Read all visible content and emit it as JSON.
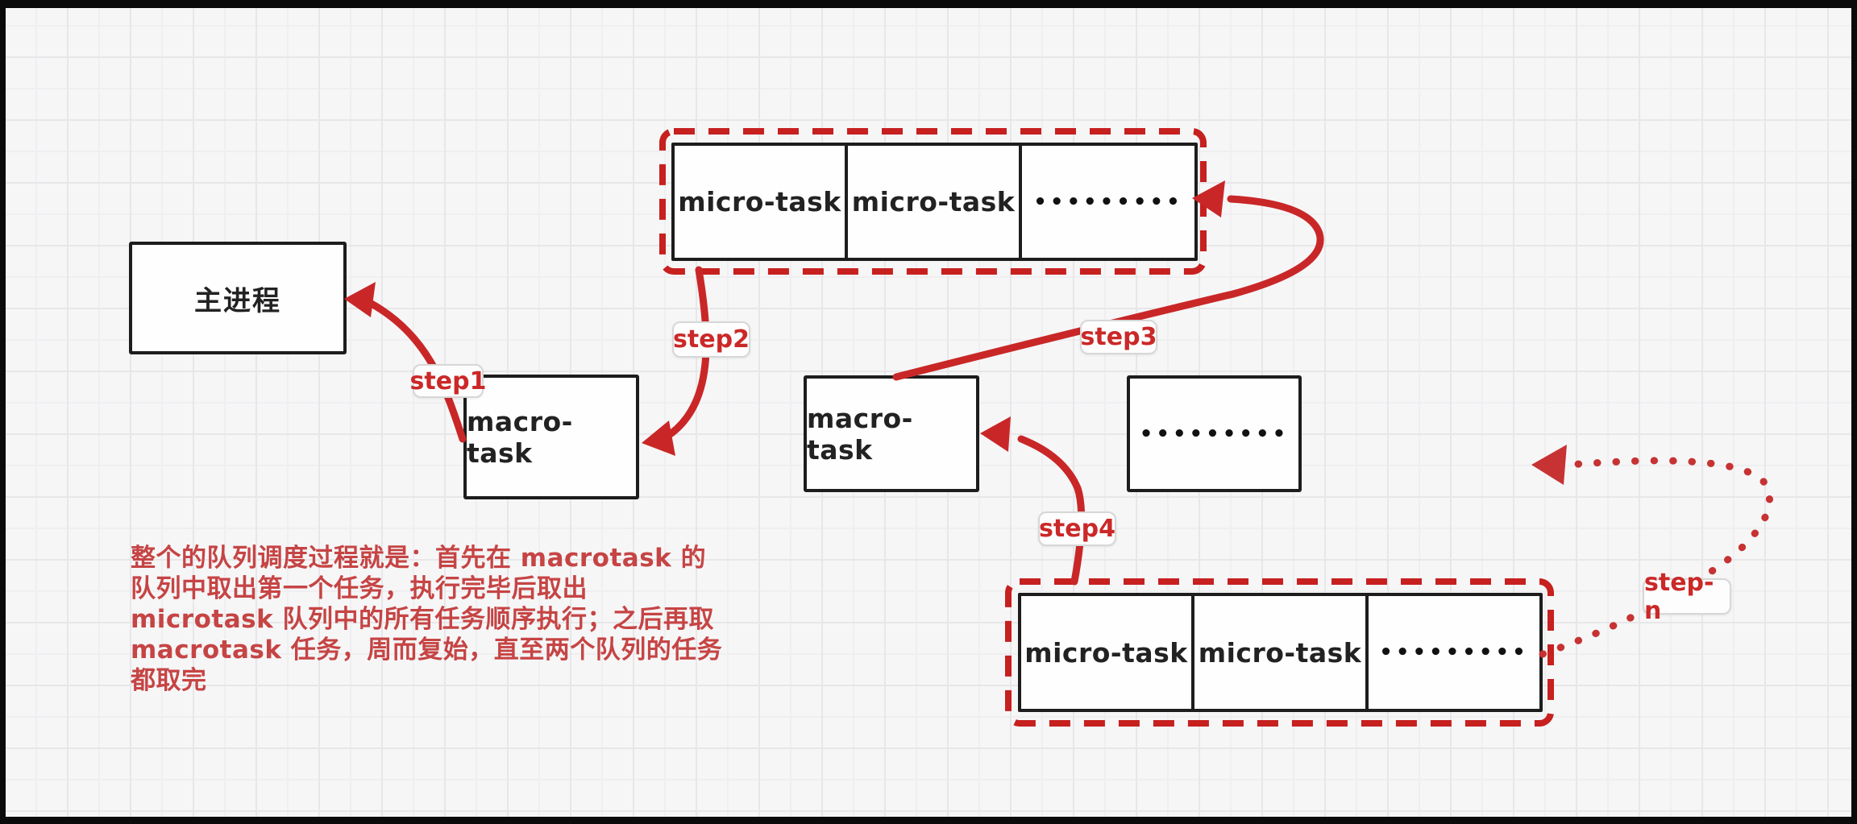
{
  "frame": {
    "bg": "#0a0a0a"
  },
  "canvas": {
    "bg": "#f6f6f7",
    "grid_major_color": "#e7e7e9",
    "grid_minor_color": "#efeff1"
  },
  "colors": {
    "arrow_red": "#c92727",
    "dashed_red": "#c6201f",
    "label_red": "#cb2828",
    "note_red": "#c64444",
    "box_border_black": "#1d1d1d",
    "box_fill_white": "#fefefe"
  },
  "nodes": {
    "main_process": {
      "label": "主进程"
    },
    "macro_task_1": {
      "label": "macro-task"
    },
    "macro_task_2": {
      "label": "macro-task"
    },
    "ellipsis_box": {
      "label": "•••••••••"
    }
  },
  "queues": {
    "top_micro_queue": {
      "cells": [
        "micro-task",
        "micro-task",
        "•••••••••"
      ]
    },
    "bottom_micro_queue": {
      "cells": [
        "micro-task",
        "micro-task",
        "•••••••••"
      ]
    }
  },
  "step_labels": {
    "step1": "step1",
    "step2": "step2",
    "step3": "step3",
    "step4": "step4",
    "step_n": "step-n"
  },
  "note": {
    "text": "整个的队列调度过程就是：首先在 macrotask 的\n队列中取出第一个任务，执行完毕后取出\nmicrotask 队列中的所有任务顺序执行；之后再取\nmacrotask 任务，周而复始，直至两个队列的任务\n都取完"
  }
}
